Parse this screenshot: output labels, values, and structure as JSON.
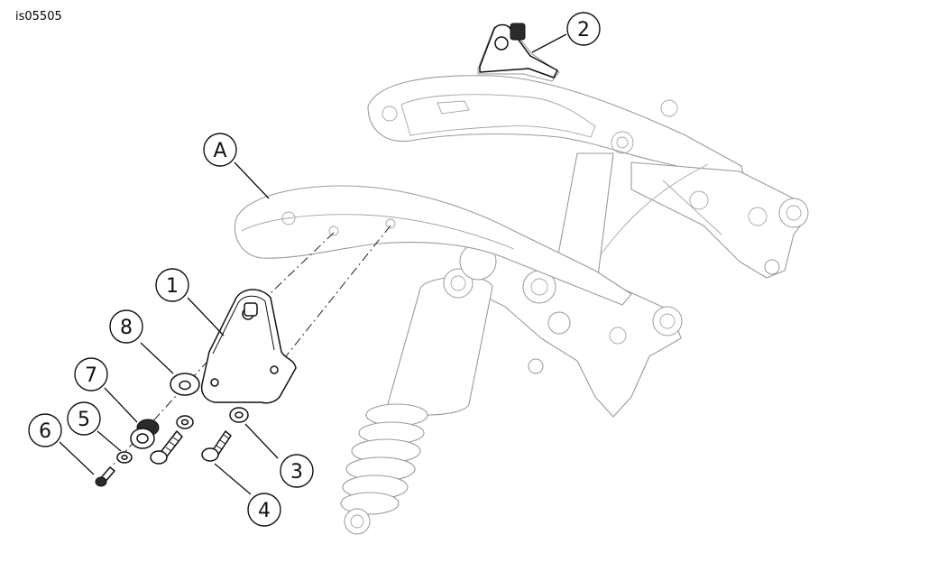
{
  "figure_id": "is05505",
  "callouts": [
    {
      "label": "1"
    },
    {
      "label": "2"
    },
    {
      "label": "3"
    },
    {
      "label": "4"
    },
    {
      "label": "5"
    },
    {
      "label": "6"
    },
    {
      "label": "7"
    },
    {
      "label": "8"
    },
    {
      "label": "A"
    }
  ]
}
